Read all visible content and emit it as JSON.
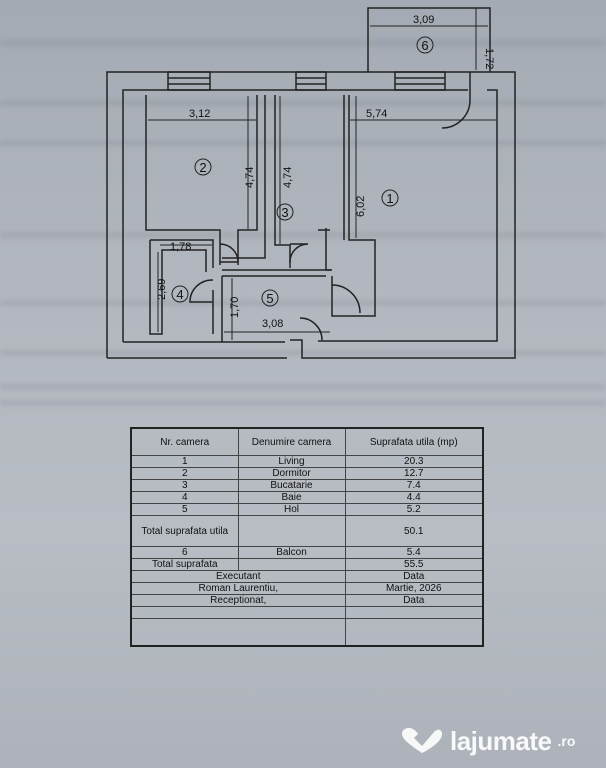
{
  "plan": {
    "rooms": [
      {
        "number": "1",
        "label_name": "room-1-number"
      },
      {
        "number": "2",
        "label_name": "room-2-number"
      },
      {
        "number": "3",
        "label_name": "room-3-number"
      },
      {
        "number": "4",
        "label_name": "room-4-number"
      },
      {
        "number": "5",
        "label_name": "room-5-number"
      },
      {
        "number": "6",
        "label_name": "room-6-number"
      }
    ],
    "dimensions": {
      "balcony_width": "3,09",
      "balcony_depth": "1,72",
      "bedroom_width": "3,12",
      "bedroom_depth": "4,74",
      "kitchen_depth": "4,74",
      "living_width": "5,74",
      "living_depth": "6,02",
      "bath_width": "1,78",
      "bath_depth": "2,69",
      "hall_width": "3,08",
      "hall_depth": "1,70"
    }
  },
  "schedule": {
    "headers": [
      "Nr. camera",
      "Denumire camera",
      "Suprafata utila (mp)"
    ],
    "rows": [
      [
        "1",
        "Living",
        "20.3"
      ],
      [
        "2",
        "Dormitor",
        "12.7"
      ],
      [
        "3",
        "Bucatarie",
        "7.4"
      ],
      [
        "4",
        "Baie",
        "4.4"
      ],
      [
        "5",
        "Hol",
        "5.2"
      ]
    ],
    "total_useful_label": "Total suprafata utila",
    "total_useful_value": "50.1",
    "balcony_row": [
      "6",
      "Balcon",
      "5.4"
    ],
    "total_label": "Total suprafata",
    "total_value": "55.5",
    "executant_label": "Executant",
    "data_label": "Data",
    "executant_name": "Roman Laurentiu,",
    "executant_date": "Martie, 2026",
    "receptionat_label": "Receptionat,",
    "receptionat_date": "Data"
  },
  "watermark": {
    "brand": "lajumate",
    "tld": ".ro",
    "icon": "heart-check-icon"
  }
}
